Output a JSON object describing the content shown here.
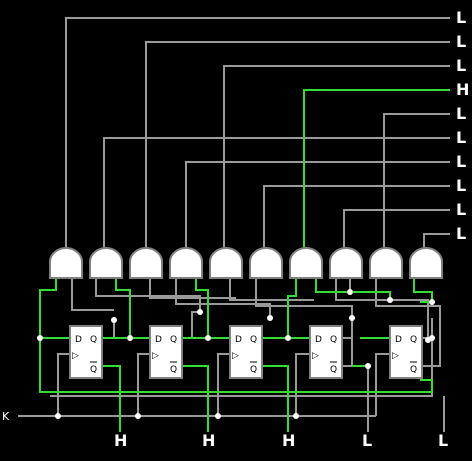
{
  "colors": {
    "background": "#000000",
    "wire_low": "#9a9a9a",
    "wire_high": "#33dd33",
    "gate_fill": "#ffffff",
    "gate_stroke": "#808080",
    "label": "#ffffff"
  },
  "outputs": [
    "L",
    "L",
    "L",
    "H",
    "L",
    "L",
    "L",
    "L",
    "L",
    "L"
  ],
  "flipflops": [
    {
      "d": "D",
      "q": "Q",
      "clk": "▷",
      "qbar": "Q"
    },
    {
      "d": "D",
      "q": "Q",
      "clk": "▷",
      "qbar": "Q"
    },
    {
      "d": "D",
      "q": "Q",
      "clk": "▷",
      "qbar": "Q"
    },
    {
      "d": "D",
      "q": "Q",
      "clk": "▷",
      "qbar": "Q"
    },
    {
      "d": "D",
      "q": "Q",
      "clk": "▷",
      "qbar": "Q"
    }
  ],
  "bit_states": [
    "H",
    "H",
    "H",
    "L",
    "L"
  ],
  "clock_label": "K"
}
